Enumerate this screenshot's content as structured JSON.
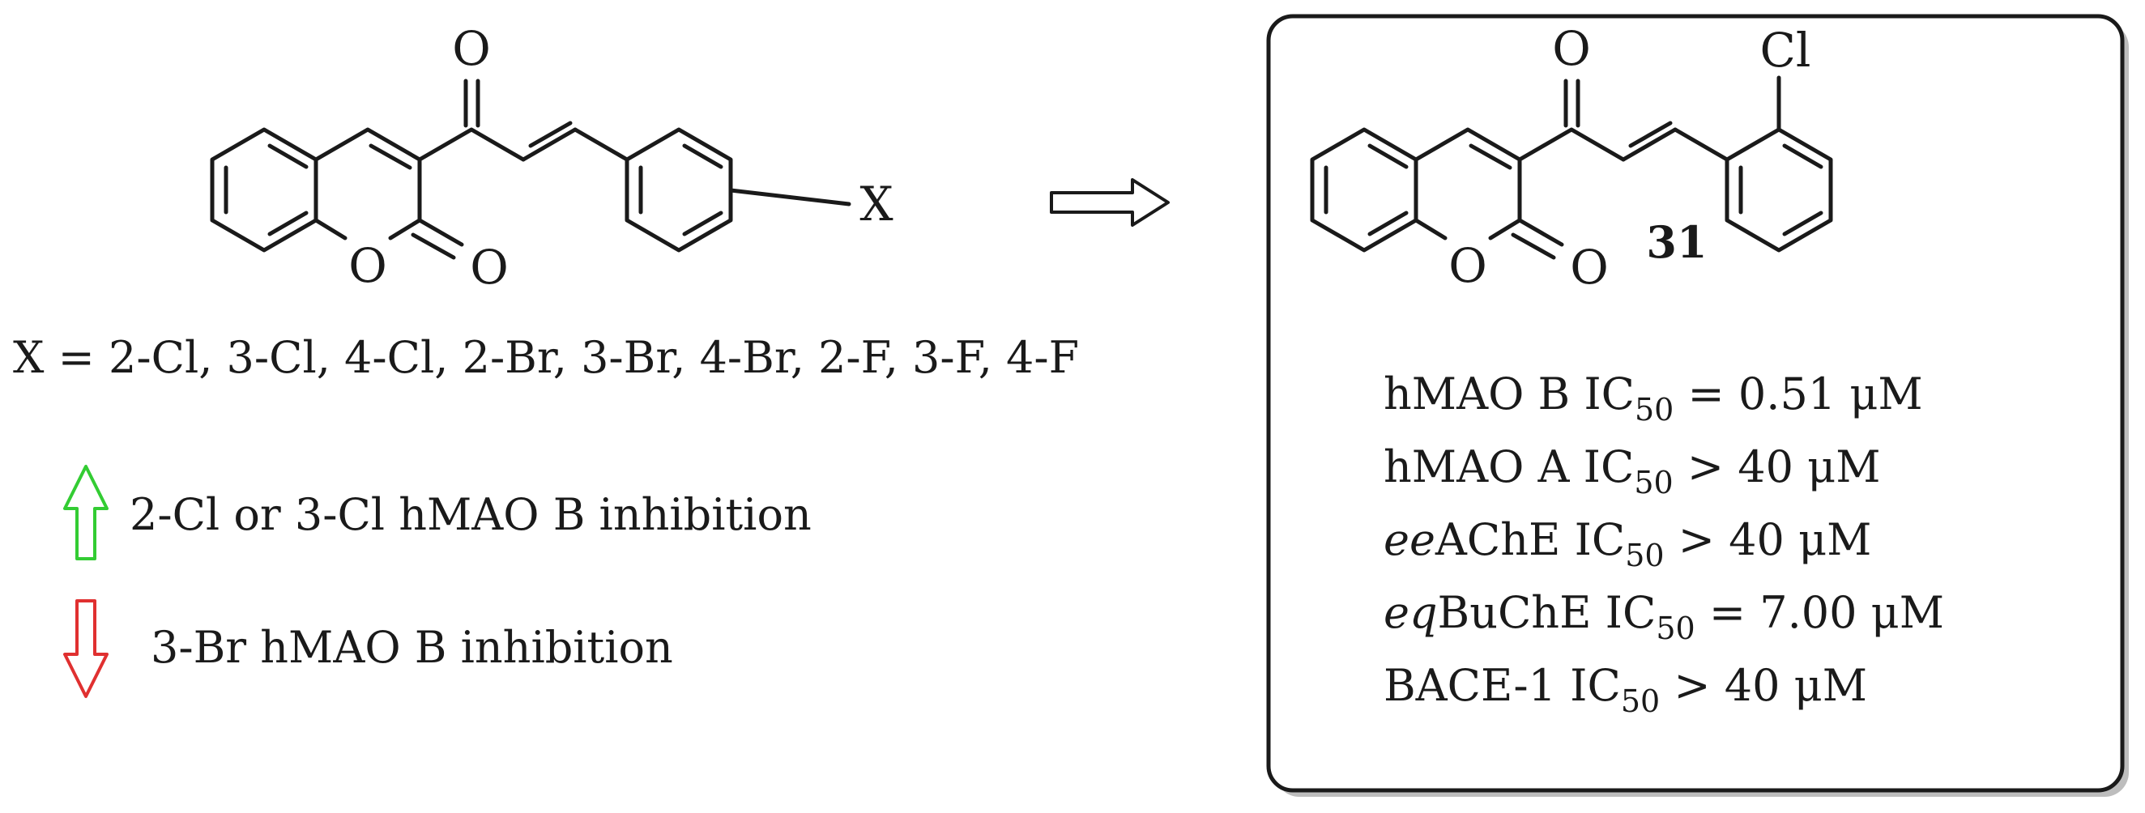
{
  "left": {
    "atoms": {
      "carbonyl_o": "O",
      "ring_o": "O",
      "lactone_o": "O",
      "substituent": "X"
    },
    "substituents_line": "X = 2-Cl, 3-Cl, 4-Cl, 2-Br, 3-Br, 4-Br, 2-F, 3-F, 4-F",
    "increase_text": "2-Cl or 3-Cl  hMAO B inhibition",
    "decrease_text": "3-Br  hMAO B inhibition",
    "increase_color": "#33cc33",
    "decrease_color": "#e03030"
  },
  "right": {
    "atoms": {
      "carbonyl_o": "O",
      "ring_o": "O",
      "lactone_o": "O",
      "chlorine": "Cl"
    },
    "compound_number": "31",
    "activities": [
      {
        "prefix": "",
        "name": "hMAO B IC",
        "sub": "50",
        "value": " =  0.51 μM"
      },
      {
        "prefix": "",
        "name": "hMAO A IC",
        "sub": "50",
        "value": " > 40 μM"
      },
      {
        "prefix": "ee",
        "name": "AChE IC",
        "sub": "50",
        "value": "  > 40 μM"
      },
      {
        "prefix": "eq",
        "name": "BuChE IC",
        "sub": "50",
        "value": " = 7.00 μM"
      },
      {
        "prefix": "",
        "name": "BACE-1 IC",
        "sub": "50",
        "value": " > 40 μM"
      }
    ]
  }
}
